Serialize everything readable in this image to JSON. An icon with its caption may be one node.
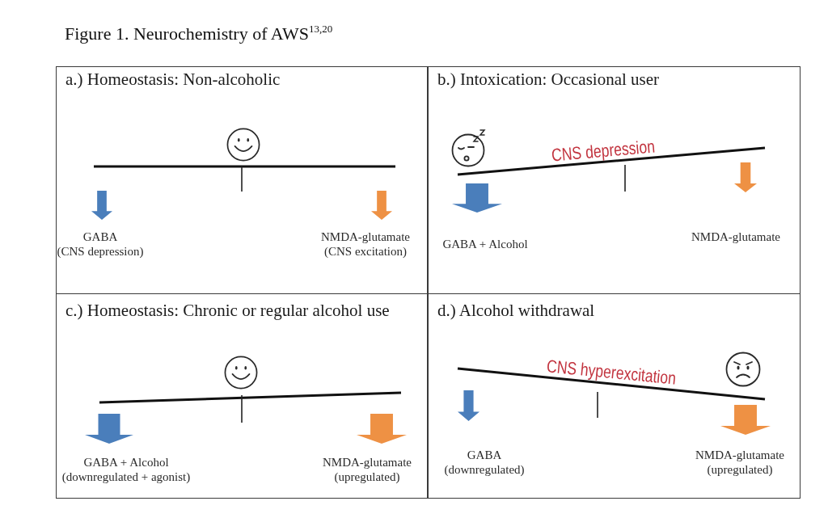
{
  "diagram": {
    "title": "Figure 1. Neurochemistry of AWS$^{13,20}$",
    "nodes": [
      {
        "text": [
          "a.) Homeostasis: Non-alcoholic",
          "GABA (CNS depression)",
          "NMDA-glutamate (CNS excitation)"
        ]
      },
      {
        "text": [
          "b.) Intoxication: Occasional user",
          "CNS depression",
          "GABA + Alcohol",
          "NMDA-glutamate"
        ]
      },
      {
        "text": [
          "c.) Homeostasis: Chronic or regular alcohol use",
          "GABA + Alcohol (downregulated + agonist)",
          "NMDA-glutamate (upregulated)"
        ]
      },
      {
        "text": [
          "d.) Alcohol withdrawal",
          "CNS hyperexcitation",
          "GABA (downregulated)",
          "NMDA-glutamate (upregulated)"
        ]
      }
    ]
  }
}
